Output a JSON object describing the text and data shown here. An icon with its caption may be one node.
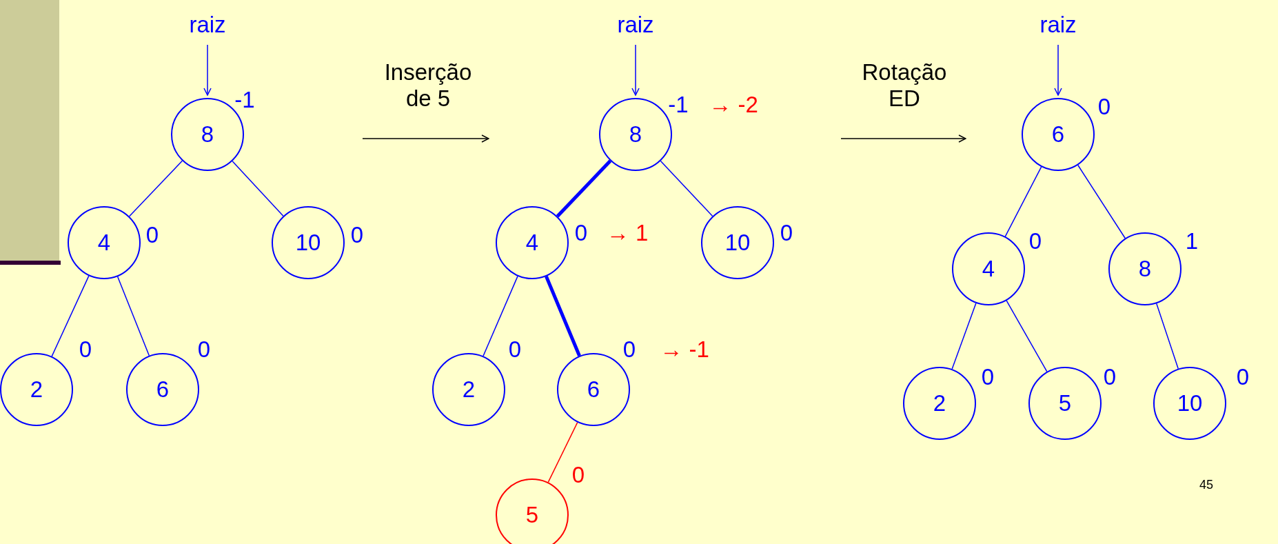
{
  "diagram": {
    "nodes": [
      {
        "text": [
          "raiz"
        ]
      },
      {
        "text": [
          "8"
        ],
        "beside": [
          "-1"
        ]
      },
      {
        "text": [
          "4"
        ],
        "beside": [
          "0"
        ]
      },
      {
        "text": [
          "10"
        ],
        "beside": [
          "0"
        ]
      },
      {
        "text": [
          "2"
        ],
        "beside": [
          "0"
        ]
      },
      {
        "text": [
          "6"
        ],
        "beside": [
          "0"
        ]
      },
      {
        "text": [
          "raiz"
        ]
      },
      {
        "text": [
          "8"
        ],
        "beside": [
          "-1",
          "→ -2"
        ]
      },
      {
        "text": [
          "4"
        ],
        "beside": [
          "0",
          "→ 1"
        ]
      },
      {
        "text": [
          "10"
        ],
        "beside": [
          "0"
        ]
      },
      {
        "text": [
          "2"
        ],
        "beside": [
          "0"
        ]
      },
      {
        "text": [
          "6"
        ],
        "beside": [
          "0",
          "→ -1"
        ]
      },
      {
        "text": [
          "5"
        ],
        "beside": [
          "0"
        ]
      },
      {
        "text": [
          "raiz"
        ]
      },
      {
        "text": [
          "6"
        ],
        "beside": [
          "0"
        ]
      },
      {
        "text": [
          "4"
        ],
        "beside": [
          "0"
        ]
      },
      {
        "text": [
          "8"
        ],
        "beside": [
          "1"
        ]
      },
      {
        "text": [
          "2"
        ],
        "beside": [
          "0"
        ]
      },
      {
        "text": [
          "5"
        ],
        "beside": [
          "0"
        ]
      },
      {
        "text": [
          "10"
        ],
        "beside": [
          "0"
        ]
      }
    ],
    "edges": [
      {
        "from": 0,
        "to": 1,
        "arrow": "to"
      },
      {
        "from": 1,
        "to": 2,
        "arrow": "none"
      },
      {
        "from": 1,
        "to": 3,
        "arrow": "none"
      },
      {
        "from": 2,
        "to": 4,
        "arrow": "none"
      },
      {
        "from": 2,
        "to": 5,
        "arrow": "none"
      },
      {
        "from": 6,
        "to": 7,
        "arrow": "to"
      },
      {
        "from": 7,
        "to": 8,
        "arrow": "none",
        "style": "thick"
      },
      {
        "from": 7,
        "to": 9,
        "arrow": "none"
      },
      {
        "from": 8,
        "to": 10,
        "arrow": "none"
      },
      {
        "from": 8,
        "to": 11,
        "arrow": "none",
        "style": "thick"
      },
      {
        "from": 11,
        "to": 12,
        "arrow": "none",
        "color": "#ff0000"
      },
      {
        "from": 13,
        "to": 14,
        "arrow": "to"
      },
      {
        "from": 14,
        "to": 15,
        "arrow": "none"
      },
      {
        "from": 14,
        "to": 16,
        "arrow": "none"
      },
      {
        "from": 15,
        "to": 17,
        "arrow": "none"
      },
      {
        "from": 15,
        "to": 18,
        "arrow": "none"
      },
      {
        "from": 16,
        "to": 19,
        "arrow": "none"
      }
    ],
    "labels": [
      "Inserção de 5",
      "Rotação ED",
      "45"
    ]
  }
}
